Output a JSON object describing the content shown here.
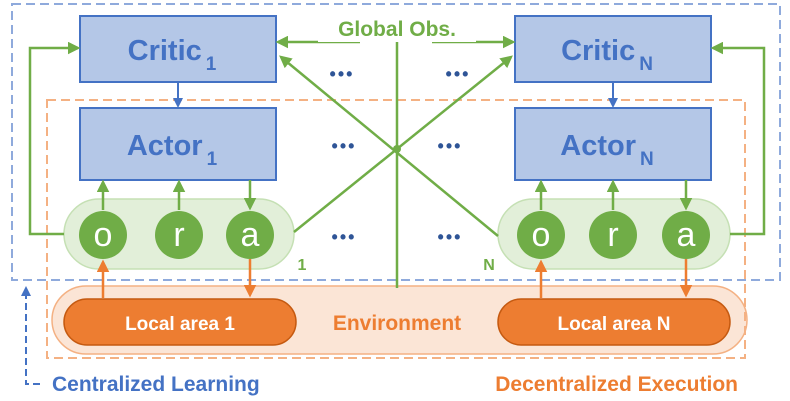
{
  "critic_1": {
    "label": "Critic",
    "sub": "1"
  },
  "critic_n": {
    "label": "Critic",
    "sub": "N"
  },
  "actor_1": {
    "label": "Actor",
    "sub": "1"
  },
  "actor_n": {
    "label": "Actor",
    "sub": "N"
  },
  "global_obs": "Global Obs.",
  "ellipsis": "•••",
  "agent_1": {
    "obs": "o",
    "reward": "r",
    "action": "a",
    "index": "1"
  },
  "agent_n": {
    "obs": "o",
    "reward": "r",
    "action": "a",
    "index": "N"
  },
  "environment": "Environment",
  "local_area_1": "Local area 1",
  "local_area_n": "Local area N",
  "centralized_learning": "Centralized Learning",
  "decentralized_execution": "Decentralized Execution",
  "colors": {
    "blue_fill": "#b4c7e7",
    "blue_stroke": "#4472c4",
    "blue_text": "#4472c4",
    "green": "#70ad47",
    "green_light": "#e2efd9",
    "orange": "#ed7d31",
    "orange_light": "#fbe5d6",
    "ellipsis_blue": "#2f5597"
  }
}
